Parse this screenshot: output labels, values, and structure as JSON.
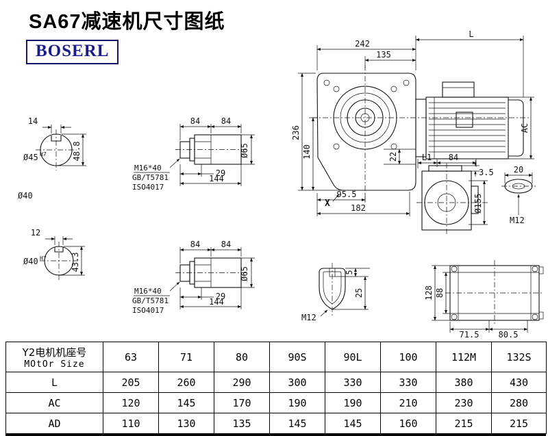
{
  "header": {
    "title": "SA67减速机尺寸图纸",
    "logo": "BOSERL"
  },
  "colors": {
    "line": "#111111",
    "logo_blue": "#1b1b8e",
    "border_navy": "#14146b"
  },
  "drawing": {
    "shaft_end_top": {
      "dim_width": "14",
      "dia": "Ø45",
      "dia_tol": "H7",
      "dim_height": "48.8"
    },
    "shaft_label_mid": "Ø40",
    "shaft_end_bottom": {
      "dim_width": "12",
      "dia": "Ø40",
      "dia_tol": "H7",
      "dim_height": "43.3"
    },
    "shaft_side_top": {
      "dim_a": "84",
      "dim_b": "84",
      "dim_c": "29",
      "dim_d": "144",
      "dim_dia": "Ø65",
      "note1": "M16*40",
      "note2": "GB/T5781",
      "note3": "ISO4017"
    },
    "shaft_side_bottom": {
      "dim_a": "84",
      "dim_b": "84",
      "dim_c": "29",
      "dim_d": "144",
      "dim_dia": "Ø65",
      "note1": "M16*40",
      "note2": "GB/T5781",
      "note3": "ISO4017"
    },
    "main_view": {
      "dim_width": "242",
      "dim_motor": "L",
      "dim_top": "135",
      "dim_height": "236",
      "dim_axis": "140",
      "dim_ac": "AC",
      "dim_step": "22",
      "dim_foot": "95.5",
      "point_label": "X",
      "dim_base": "182"
    },
    "side_view": {
      "dim_l1": "L1",
      "dim_flange": "84",
      "dim_gap": "3.5",
      "dim_plug": "20",
      "dim_dia": "Ø155",
      "thread_label": "M12"
    },
    "key_section": {
      "dim_depth": "5",
      "dim_len": "25",
      "thread_label": "M12"
    },
    "base_view": {
      "dim_height": "128",
      "dim_inner": "88",
      "dim_left": "71.5",
      "dim_right": "80.5"
    }
  },
  "table": {
    "header": {
      "label_line1": "Y2电机机座号",
      "label_line2": "MOtOr Size",
      "cols": [
        "63",
        "71",
        "80",
        "90S",
        "90L",
        "100",
        "112M",
        "132S"
      ]
    },
    "rows": [
      {
        "label": "L",
        "values": [
          "205",
          "260",
          "290",
          "300",
          "330",
          "330",
          "380",
          "430"
        ]
      },
      {
        "label": "AC",
        "values": [
          "120",
          "145",
          "170",
          "190",
          "190",
          "210",
          "230",
          "280"
        ]
      },
      {
        "label": "AD",
        "values": [
          "110",
          "130",
          "135",
          "145",
          "145",
          "160",
          "215",
          "215"
        ]
      }
    ]
  }
}
